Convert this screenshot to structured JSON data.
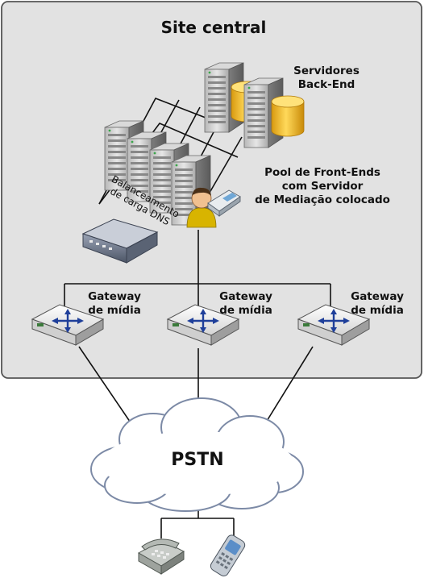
{
  "site": {
    "title": "Site central"
  },
  "backend": {
    "label_line1": "Servidores",
    "label_line2": "Back-End"
  },
  "pool": {
    "label_line1": "Pool de Front-Ends",
    "label_line2": "com Servidor",
    "label_line3": "de Mediação colocado"
  },
  "dns": {
    "label_line1": "Balanceamento",
    "label_line2": "de carga DNS"
  },
  "gateways": [
    {
      "label_line1": "Gateway",
      "label_line2": "de mídia"
    },
    {
      "label_line1": "Gateway",
      "label_line2": "de mídia"
    },
    {
      "label_line1": "Gateway",
      "label_line2": "de mídia"
    }
  ],
  "pstn": {
    "label": "PSTN"
  },
  "colors": {
    "site_background": "#e2e2e2",
    "cylinder": "#f2c12e",
    "gateway_arrow": "#1f3f9a"
  },
  "icons": [
    "server-icon",
    "database-icon",
    "user-icon",
    "ip-phone-icon",
    "load-balancer-icon",
    "router-icon",
    "cloud-icon",
    "desk-phone-icon",
    "mobile-phone-icon"
  ]
}
